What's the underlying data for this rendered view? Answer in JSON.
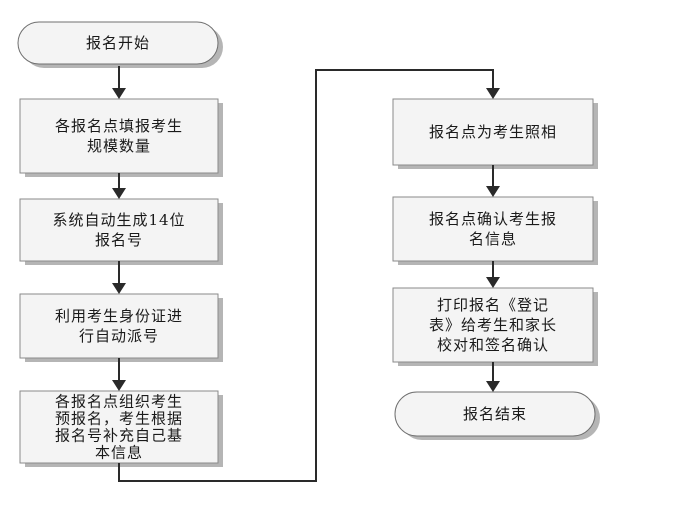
{
  "nodes": {
    "start": {
      "lines": [
        "报名开始"
      ]
    },
    "fill_scale": {
      "lines": [
        "各报名点填报考生",
        "规模数量"
      ]
    },
    "generate_number": {
      "lines": [
        "系统自动生成14位",
        "报名号"
      ]
    },
    "assign_by_id": {
      "lines": [
        "利用考生身份证进",
        "行自动派号"
      ]
    },
    "pre_register": {
      "lines": [
        "各报名点组织考生",
        "预报名，考生根据",
        "报名号补充自己基",
        "本信息"
      ]
    },
    "photo": {
      "lines": [
        "报名点为考生照相"
      ]
    },
    "confirm_info": {
      "lines": [
        "报名点确认考生报",
        "名信息"
      ]
    },
    "print_form": {
      "lines": [
        "打印报名《登记",
        "表》给考生和家长",
        "校对和签名确认"
      ]
    },
    "end": {
      "lines": [
        "报名结束"
      ]
    }
  },
  "colors": {
    "box_fill": "#f4f4f4",
    "box_border": "#8a8a8a",
    "shadow": "#b5b5b5",
    "line": "#2a2a2a"
  }
}
